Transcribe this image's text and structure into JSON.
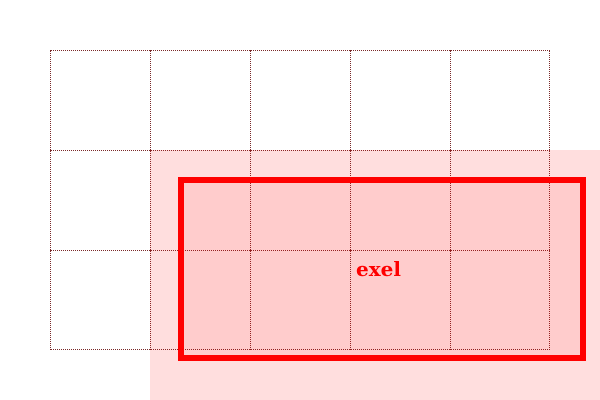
{
  "canvas": {
    "background": "#ffffff",
    "grid": {
      "rows": 3,
      "columns": 5,
      "line_color": "#7a2a2a",
      "line_style": "dotted"
    },
    "overlay": {
      "fill": "#ff0000"
    },
    "selection": {
      "label": "exel",
      "color": "#ff0000"
    }
  }
}
